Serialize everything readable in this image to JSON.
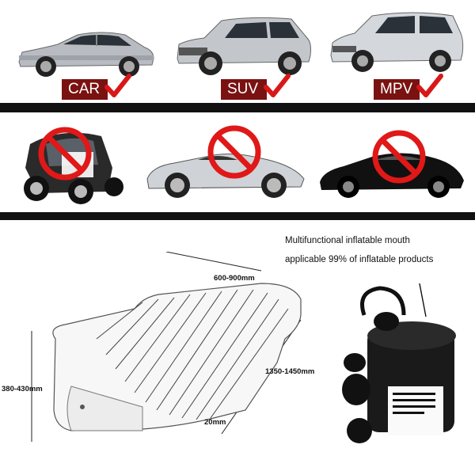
{
  "suitable": [
    {
      "label": "CAR"
    },
    {
      "label": "SUV"
    },
    {
      "label": "MPV"
    }
  ],
  "not_suitable": [
    {
      "name": "microcar"
    },
    {
      "name": "roadster"
    },
    {
      "name": "sports-coupe"
    }
  ],
  "product": {
    "dimensions": {
      "width": "600-900mm",
      "length": "1350-1450mm",
      "height": "380-430mm",
      "thickness": "20mm"
    },
    "pump_note_line1": "Multifunctional inflatable mouth",
    "pump_note_line2": "applicable 99% of inflatable products"
  },
  "colors": {
    "band": "#111111",
    "tag": "#7a1212",
    "check": "#d81818",
    "prohibit": "#e01818"
  },
  "icons": [
    "check-icon",
    "prohibited-icon"
  ]
}
